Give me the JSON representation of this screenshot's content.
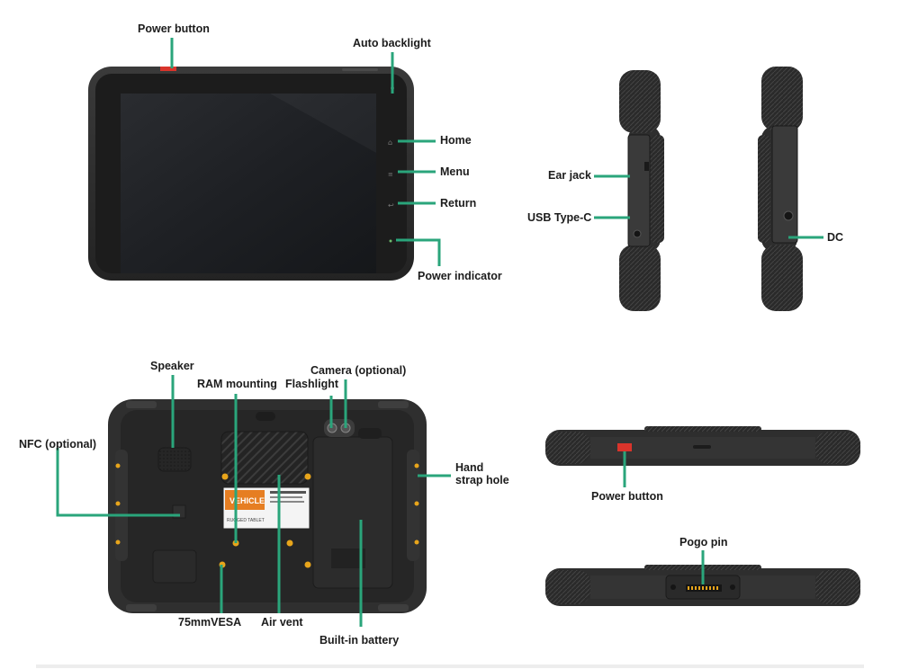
{
  "labels": {
    "power_button_top": "Power button",
    "auto_backlight": "Auto backlight",
    "home": "Home",
    "menu": "Menu",
    "return": "Return",
    "power_indicator": "Power indicator",
    "ear_jack": "Ear jack",
    "usb_type_c": "USB Type-C",
    "dc": "DC",
    "speaker": "Speaker",
    "ram_mounting": "RAM mounting",
    "camera": "Camera (optional)",
    "flashlight": "Flashlight",
    "nfc": "NFC (optional)",
    "hand_strap_hole": "Hand strap hole",
    "vesa": "75mmVESA",
    "air_vent": "Air vent",
    "built_in_battery": "Built-in battery",
    "power_button_side": "Power button",
    "pogo_pin": "Pogo pin"
  },
  "sticker": {
    "brand": "VEHICLE",
    "sub": "RUGGED TABLET"
  },
  "colors": {
    "leader": "#2aa57b",
    "body": "#2e2e2e",
    "screen": "#1b1d20",
    "accent_orange": "#e8a51b",
    "power_red": "#d9342b"
  }
}
